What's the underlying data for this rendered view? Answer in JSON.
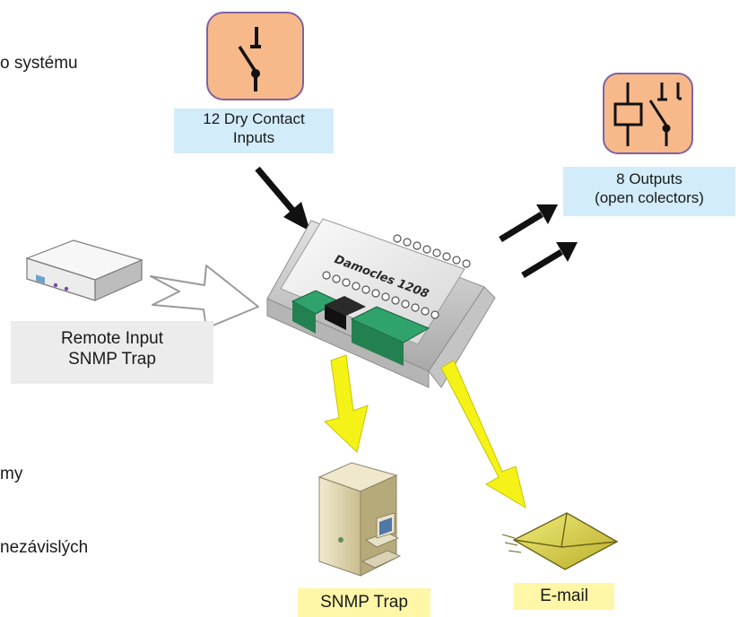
{
  "background_text": {
    "line1": "o systému",
    "line2": "my",
    "line3": "nezávislých"
  },
  "labels": {
    "inputs": {
      "line1": "12 Dry Contact",
      "line2": "Inputs"
    },
    "outputs": {
      "line1": "8 Outputs",
      "line2": "(open colectors)"
    },
    "remote": {
      "line1": "Remote Input",
      "line2": "SNMP Trap"
    },
    "snmp": "SNMP Trap",
    "email": "E-mail"
  },
  "device": {
    "model": "Damocles 1208"
  },
  "icons": {
    "switch": "dry-contact-switch-icon",
    "relay": "relay-output-icon",
    "remote_device": "network-device-icon",
    "server": "server-computer-icon",
    "mail": "envelope-icon"
  },
  "colors": {
    "icon_fill": "#f7b98a",
    "icon_border": "#7e63a3",
    "label_blue": "#d2ecfa",
    "label_gray": "#ececec",
    "label_yellow": "#fff6a8",
    "arrow_black": "#111111",
    "arrow_yellow": "#f5f218",
    "arrow_white": "#ffffff",
    "terminal_green": "#2fa36b"
  }
}
